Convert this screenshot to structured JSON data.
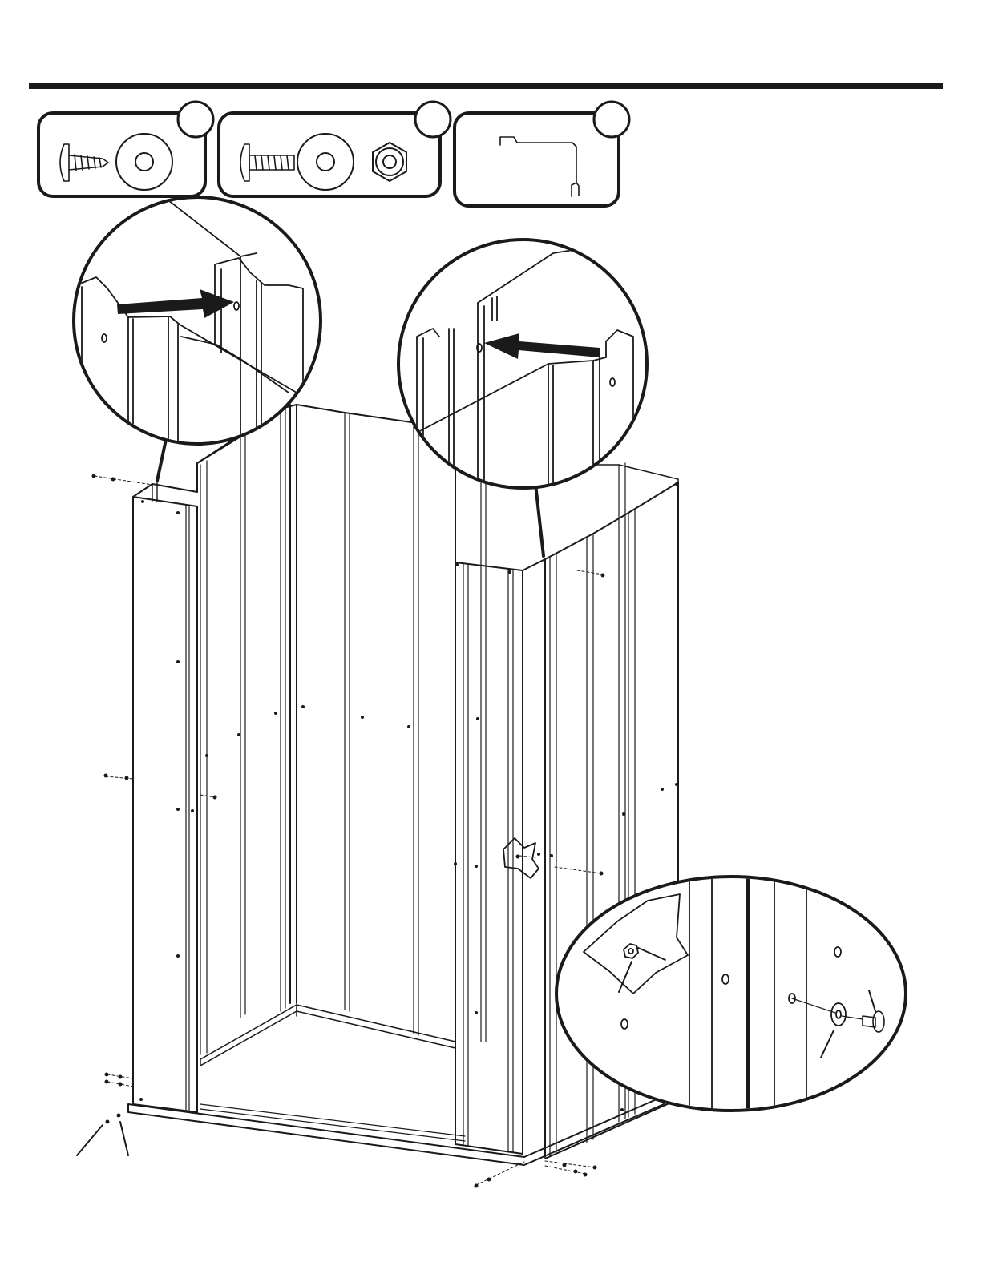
{
  "colors": {
    "ink": "#1a1a1a",
    "paper": "#ffffff"
  },
  "parts_panels": [
    {
      "id": "A",
      "badge": "",
      "contents": [
        "truss-head-tapping-screw",
        "flat-washer"
      ]
    },
    {
      "id": "B",
      "badge": "",
      "contents": [
        "truss-head-machine-bolt",
        "flat-washer",
        "hex-nut"
      ]
    },
    {
      "id": "C",
      "badge": "",
      "contents": [
        "channel-profile-part"
      ]
    }
  ],
  "detail_views": [
    {
      "id": "top-left-corner",
      "shows": "side-panel-channel-overlap",
      "arrow": "right"
    },
    {
      "id": "top-right-corner",
      "shows": "side-panel-channel-overlap",
      "arrow": "left"
    },
    {
      "id": "fastener-detail",
      "shows": "bolt-washer-nut-through-panel-rib"
    }
  ]
}
